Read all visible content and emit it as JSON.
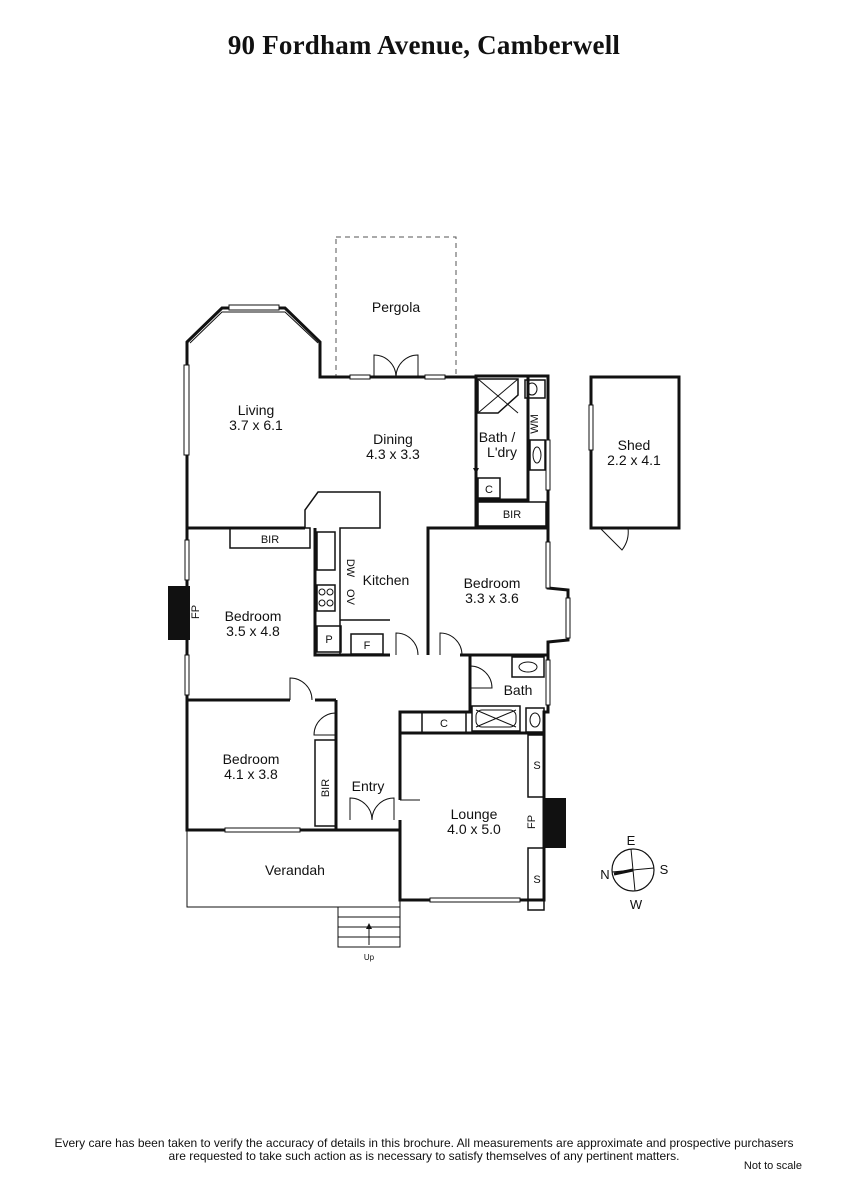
{
  "title": "90 Fordham Avenue, Camberwell",
  "rooms": {
    "pergola": {
      "name": "Pergola"
    },
    "living": {
      "name": "Living",
      "dims": "3.7 x 6.1"
    },
    "dining": {
      "name": "Dining",
      "dims": "4.3 x 3.3"
    },
    "bath_ldry": {
      "name_line1": "Bath /",
      "name_line2": "L'dry"
    },
    "shed": {
      "name": "Shed",
      "dims": "2.2 x 4.1"
    },
    "kitchen": {
      "name": "Kitchen"
    },
    "bedroom_east": {
      "name": "Bedroom",
      "dims": "3.3 x 3.6"
    },
    "bedroom_west": {
      "name": "Bedroom",
      "dims": "3.5 x 4.8"
    },
    "bath": {
      "name": "Bath"
    },
    "bedroom_front": {
      "name": "Bedroom",
      "dims": "4.1 x 3.8"
    },
    "entry": {
      "name": "Entry"
    },
    "lounge": {
      "name": "Lounge",
      "dims": "4.0 x 5.0"
    },
    "verandah": {
      "name": "Verandah"
    }
  },
  "fixtures": {
    "bir": "BIR",
    "c": "C",
    "wm": "WM",
    "dw": "DW",
    "ov": "OV",
    "p": "P",
    "f": "F",
    "fp": "FP",
    "s": "S",
    "up": "Up"
  },
  "compass": {
    "n": "N",
    "e": "E",
    "s": "S",
    "w": "W"
  },
  "disclaimer_line1": "Every care has been taken to verify the accuracy of details in this brochure.  All measurements are approximate and prospective purchasers",
  "disclaimer_line2": "are requested to take such action as is necessary to satisfy themselves of any pertinent matters.",
  "not_to_scale": "Not to scale"
}
